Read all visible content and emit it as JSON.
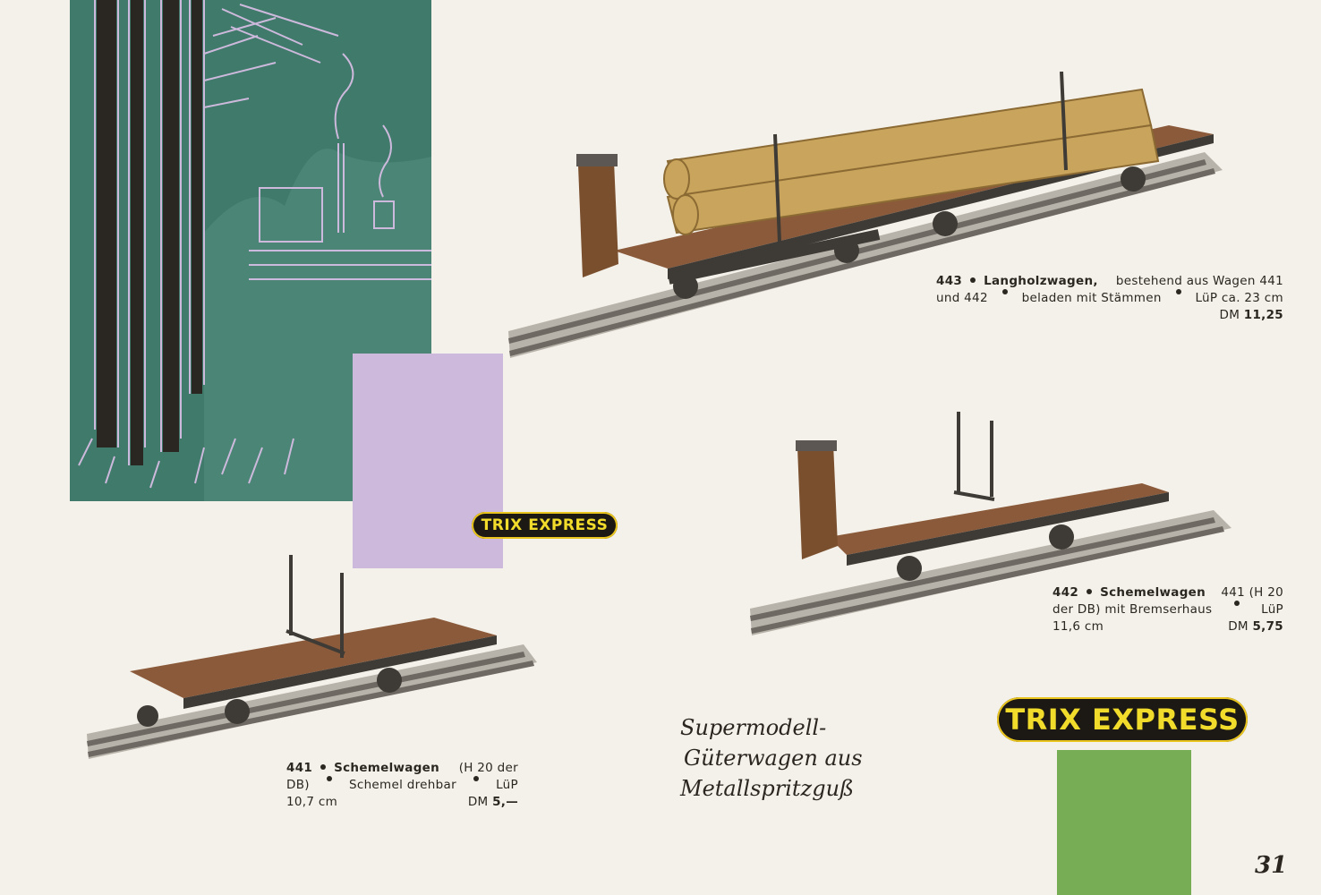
{
  "logos": {
    "small": "TRIX EXPRESS",
    "large": "TRIX EXPRESS"
  },
  "items": {
    "item443": {
      "number": "443",
      "name": "Langholzwagen,",
      "line1_rest": "bestehend aus Wagen 441",
      "line2_a": "und 442",
      "line2_b": "beladen mit Stämmen",
      "line2_c": "LüP ca. 23 cm",
      "currency": "DM",
      "price": "11,25"
    },
    "item442": {
      "number": "442",
      "name": "Schemelwagen",
      "line1_rest": "441 (H 20",
      "line2_a": "der DB) mit Bremserhaus",
      "line2_b": "LüP",
      "line3_a": "11,6 cm",
      "currency": "DM",
      "price": "5,75"
    },
    "item441": {
      "number": "441",
      "name": "Schemelwagen",
      "line1_rest": "(H 20 der",
      "line2_a": "DB)",
      "line2_b": "Schemel drehbar",
      "line2_c": "LüP",
      "line3_a": "10,7 cm",
      "currency": "DM",
      "price": "5,—"
    }
  },
  "tagline": {
    "line1": "Supermodell-",
    "line2": "Güterwagen aus",
    "line3": "Metallspritzguß"
  },
  "page_number": "31",
  "colors": {
    "forest": "#3f7a6a",
    "lilac": "#cdb9dc",
    "green": "#76ad55",
    "logo_bg": "#1c1914",
    "logo_text": "#f2dc2b",
    "deck": "#8a5a3a",
    "logs": "#c9a45c"
  }
}
